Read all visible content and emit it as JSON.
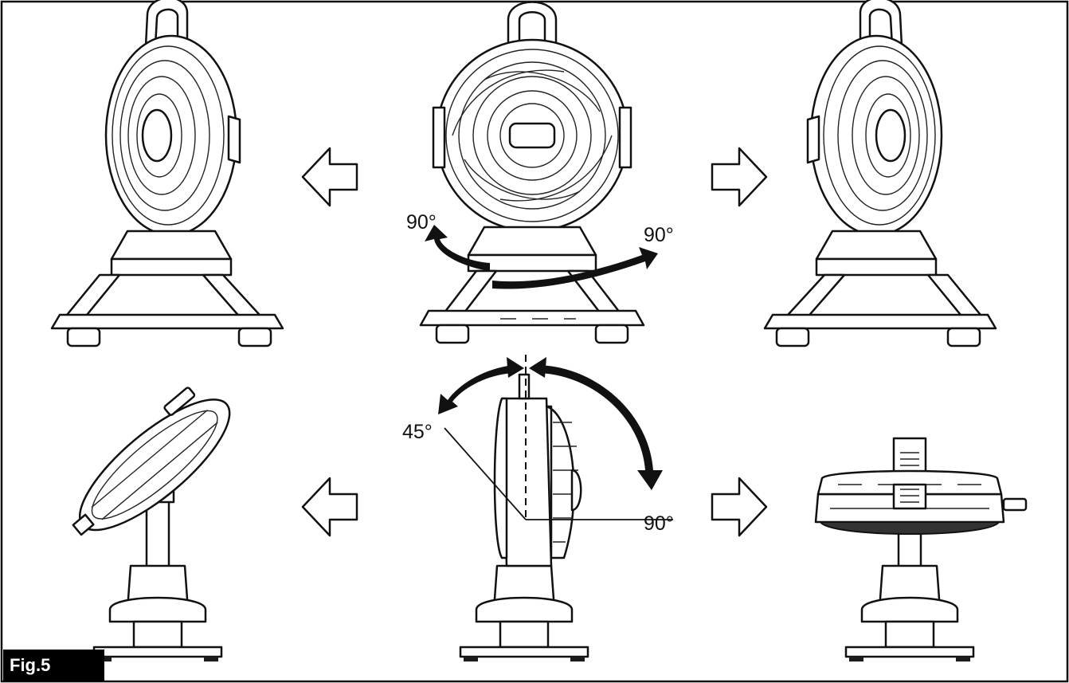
{
  "figure": {
    "label": "Fig.5"
  },
  "angles": {
    "horizontal_left": "90°",
    "horizontal_right": "90°",
    "tilt_back": "45°",
    "tilt_forward": "90°"
  },
  "colors": {
    "ink": "#111111",
    "background": "#ffffff",
    "label_bg": "#000000",
    "label_text": "#ffffff"
  }
}
